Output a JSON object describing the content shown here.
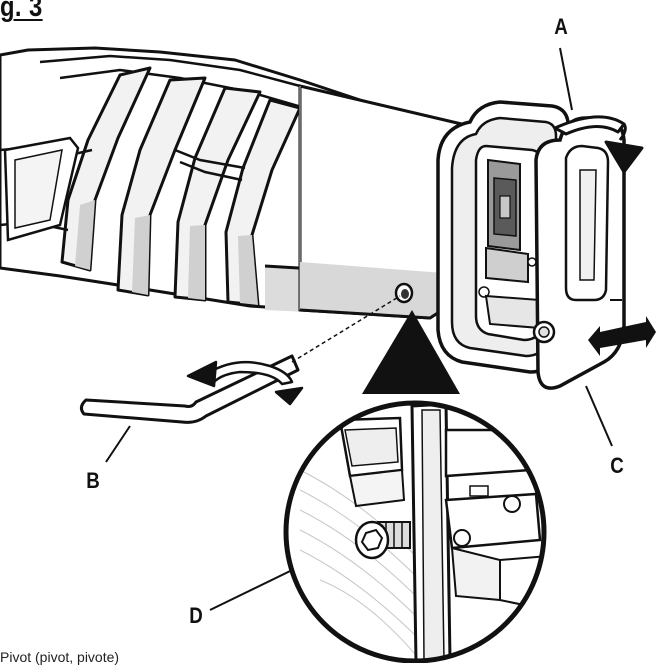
{
  "figure": {
    "title": "g. 3",
    "caption": "Pivot (pivot, pivote)"
  },
  "callouts": {
    "a": "A",
    "b": "B",
    "c": "C",
    "d": "D"
  },
  "colors": {
    "ink": "#111111",
    "body_grey": "#dcdcdc",
    "shadow_grey": "#c4c4c4",
    "light_grey": "#eeeeee",
    "dark": "#2a2a2a"
  },
  "icons": {
    "rotate_arrow_a": "curved-rotate-arrow-icon",
    "slide_arrow_c": "double-headed-arrow-icon",
    "rotate_arrow_b": "curved-rotate-arrow-icon",
    "zoom_pointer": "triangle-pointer-icon"
  }
}
